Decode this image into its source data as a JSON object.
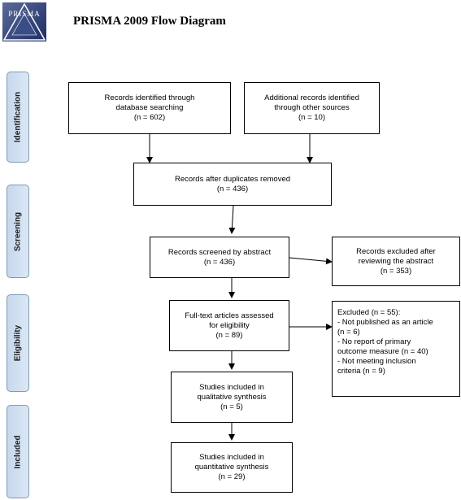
{
  "header": {
    "title": "PRISMA 2009 Flow Diagram",
    "logo_text": "PRISMA"
  },
  "stages": [
    "Identification",
    "Screening",
    "Eligibility",
    "Included"
  ],
  "boxes": {
    "db": [
      "Records identified through",
      "database searching",
      "(n = 602)"
    ],
    "other": [
      "Additional records identified",
      "through other sources",
      "(n = 10)"
    ],
    "dup": [
      "Records after duplicates removed",
      "(n = 436)"
    ],
    "screened": [
      "Records screened by abstract",
      "(n = 436)"
    ],
    "excluded_abs": [
      "Records excluded after",
      "reviewing the abstract",
      "(n = 353)"
    ],
    "fulltext": [
      "Full-text articles assessed",
      "for eligibility",
      "(n = 89)"
    ],
    "excluded_ft": [
      "Excluded (n = 55):",
      "- Not published as an article",
      "(n = 6)",
      "- No report of primary",
      "outcome measure (n = 40)",
      "- Not meeting inclusion",
      "criteria (n = 9)"
    ],
    "qual": [
      "Studies included in",
      "qualitative synthesis",
      "(n = 5)"
    ],
    "quant": [
      "Studies included in",
      "quantitative synthesis",
      "(n = 29)"
    ]
  }
}
